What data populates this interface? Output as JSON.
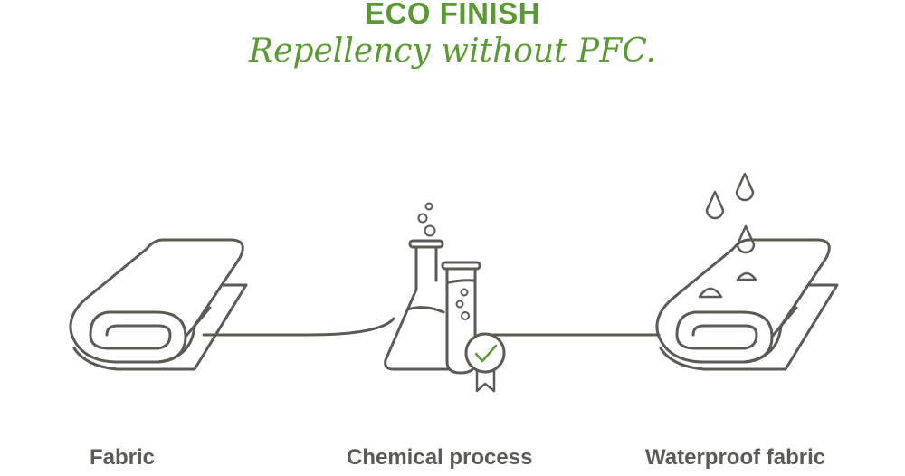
{
  "header": {
    "title": "ECO FINISH",
    "subtitle": "Repellency without PFC."
  },
  "steps": [
    {
      "label": "Fabric"
    },
    {
      "label": "Chemical process"
    },
    {
      "label": "Waterproof fabric"
    }
  ],
  "colors": {
    "accent": "#5a9a32",
    "line": "#5b5a55"
  }
}
